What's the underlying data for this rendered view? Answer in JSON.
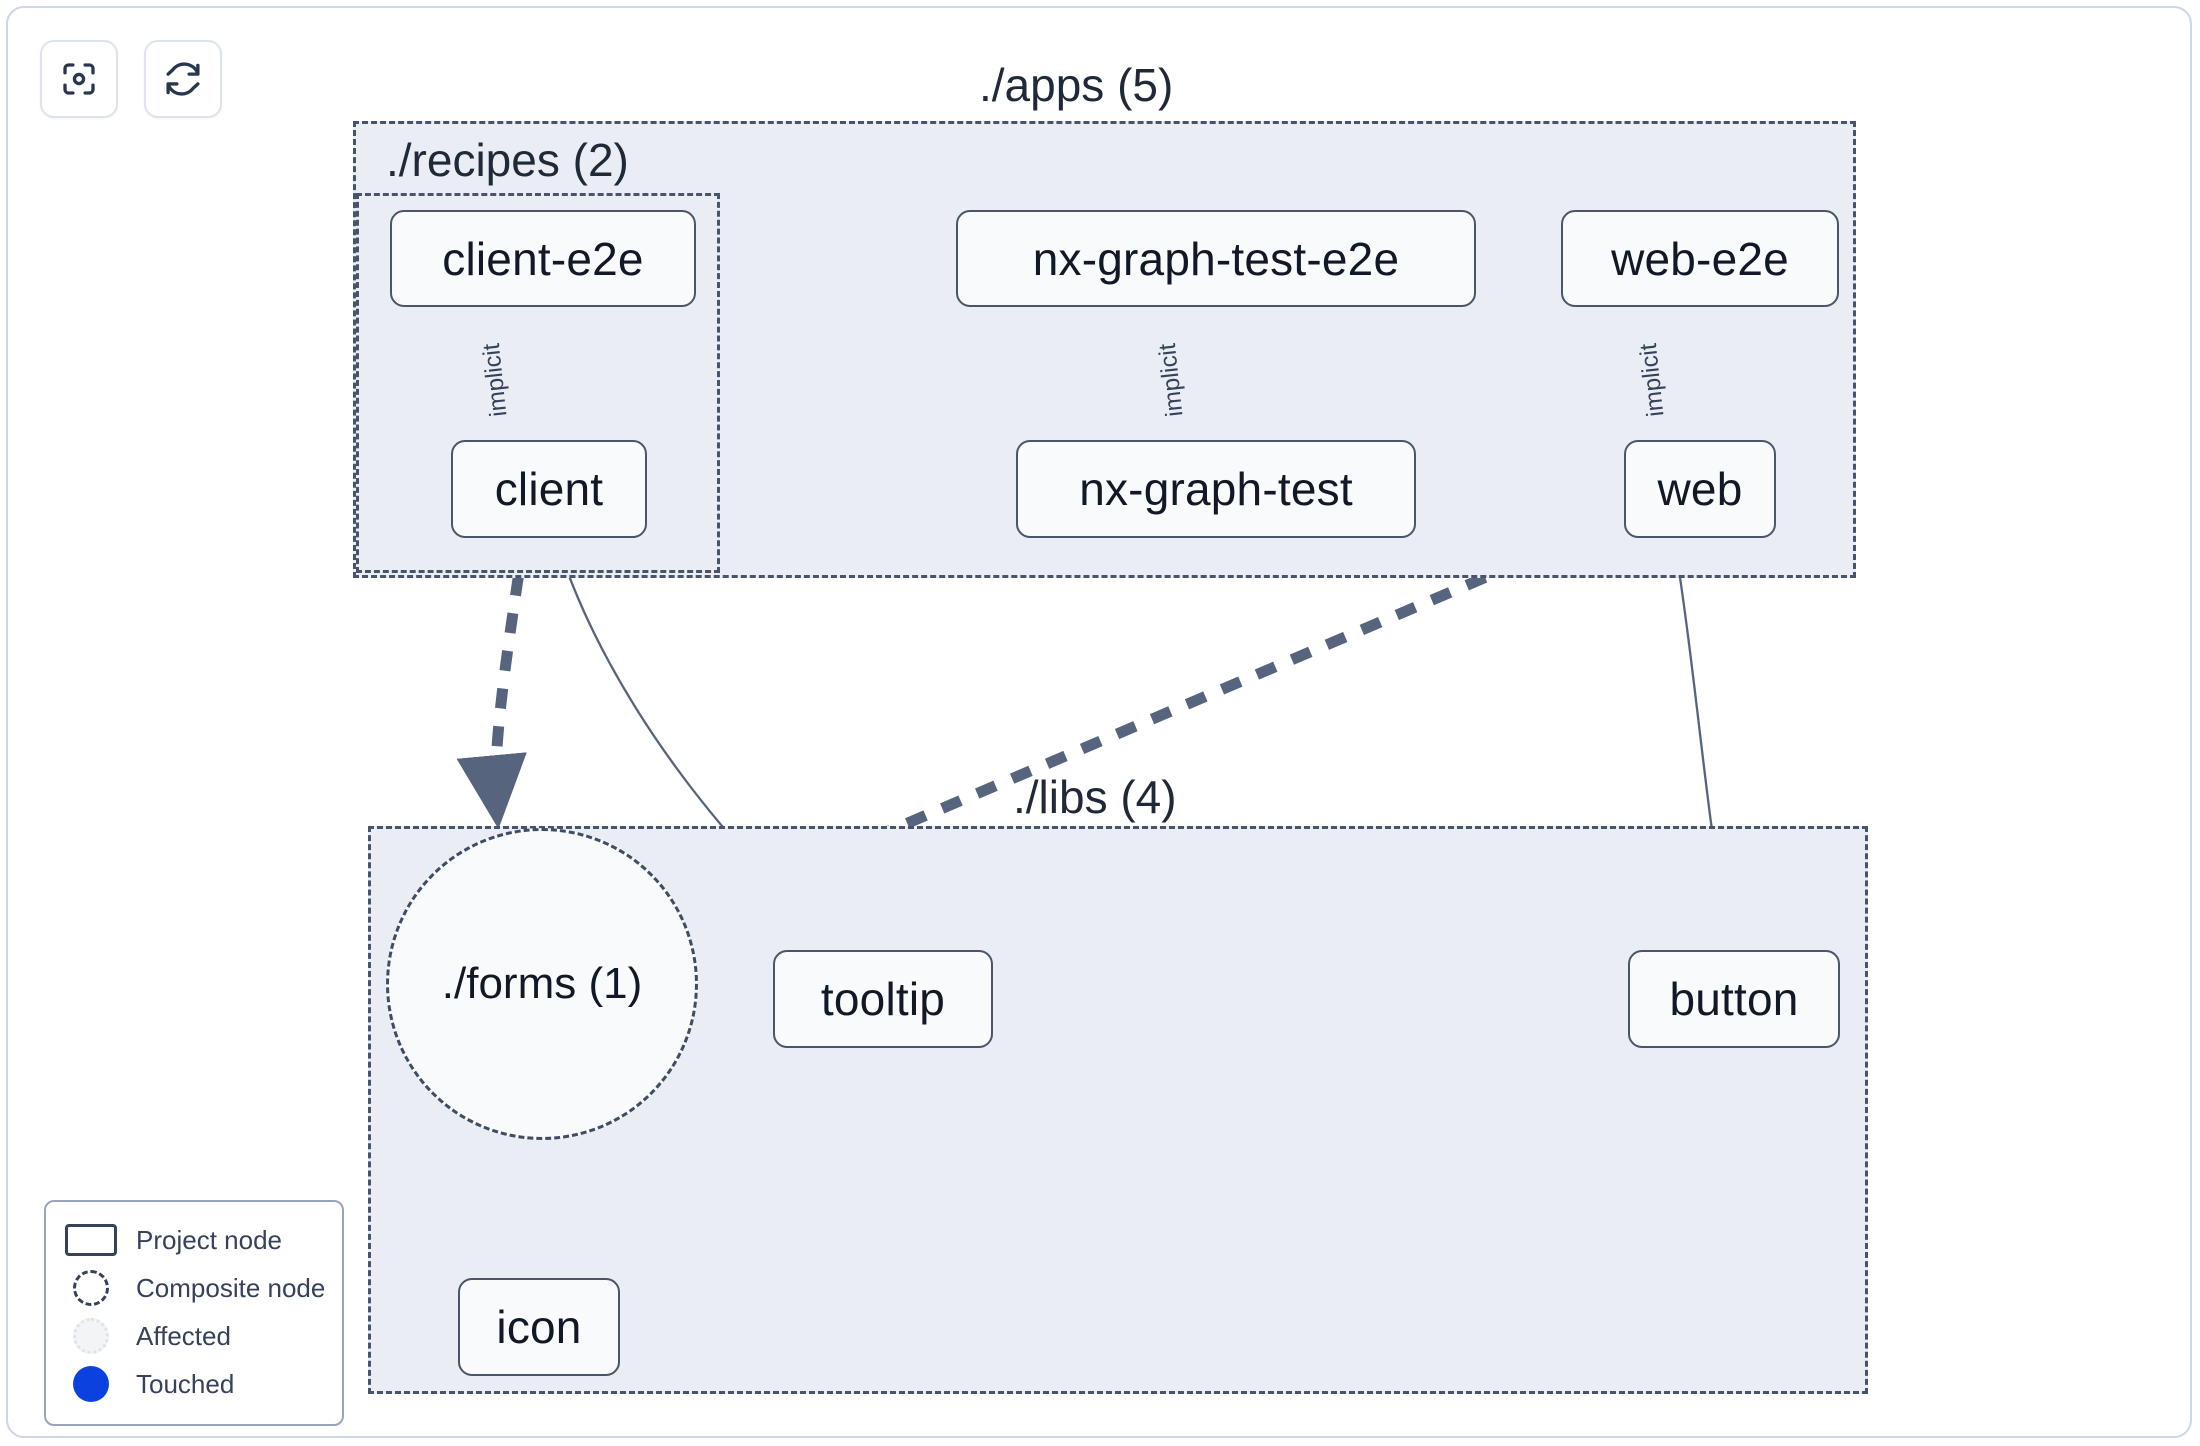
{
  "toolbar": {
    "buttons": [
      {
        "name": "focus-graph-button",
        "icon": "focus-target-icon",
        "label": ""
      },
      {
        "name": "refresh-graph-button",
        "icon": "refresh-icon",
        "label": ""
      }
    ]
  },
  "graph": {
    "groups": [
      {
        "id": "apps",
        "label": "./apps (5)"
      },
      {
        "id": "recipes",
        "label": "./recipes (2)"
      },
      {
        "id": "libs",
        "label": "./libs (4)"
      }
    ],
    "nodes": [
      {
        "id": "client-e2e",
        "label": "client-e2e",
        "type": "project"
      },
      {
        "id": "client",
        "label": "client",
        "type": "project"
      },
      {
        "id": "nx-graph-test-e2e",
        "label": "nx-graph-test-e2e",
        "type": "project"
      },
      {
        "id": "nx-graph-test",
        "label": "nx-graph-test",
        "type": "project"
      },
      {
        "id": "web-e2e",
        "label": "web-e2e",
        "type": "project"
      },
      {
        "id": "web",
        "label": "web",
        "type": "project"
      },
      {
        "id": "forms",
        "label": "./forms (1)",
        "type": "composite"
      },
      {
        "id": "tooltip",
        "label": "tooltip",
        "type": "project"
      },
      {
        "id": "button",
        "label": "button",
        "type": "project"
      },
      {
        "id": "icon",
        "label": "icon",
        "type": "project"
      }
    ],
    "edges": [
      {
        "from": "client-e2e",
        "to": "client",
        "label": "implicit",
        "style": "solid"
      },
      {
        "from": "nx-graph-test-e2e",
        "to": "nx-graph-test",
        "label": "implicit",
        "style": "solid"
      },
      {
        "from": "web-e2e",
        "to": "web",
        "label": "implicit",
        "style": "solid"
      },
      {
        "from": "client",
        "to": "forms",
        "label": "",
        "style": "dashed"
      },
      {
        "from": "client",
        "to": "tooltip",
        "label": "",
        "style": "solid"
      },
      {
        "from": "web",
        "to": "forms",
        "label": "",
        "style": "dashed"
      },
      {
        "from": "web",
        "to": "button",
        "label": "",
        "style": "solid"
      },
      {
        "from": "forms",
        "to": "icon",
        "label": "",
        "style": "dashed"
      }
    ]
  },
  "legend": {
    "items": [
      {
        "swatch": "project-node-swatch",
        "label": "Project node"
      },
      {
        "swatch": "composite-node-swatch",
        "label": "Composite node"
      },
      {
        "swatch": "affected-node-swatch",
        "label": "Affected"
      },
      {
        "swatch": "touched-node-swatch",
        "label": "Touched"
      }
    ]
  },
  "colors": {
    "group_fill": "#eaeef4",
    "node_fill": "#f8fafc",
    "node_border": "#4a5568",
    "edge": "#56647d",
    "touched": "#0b41df",
    "card_border": "#cdd6e4"
  }
}
